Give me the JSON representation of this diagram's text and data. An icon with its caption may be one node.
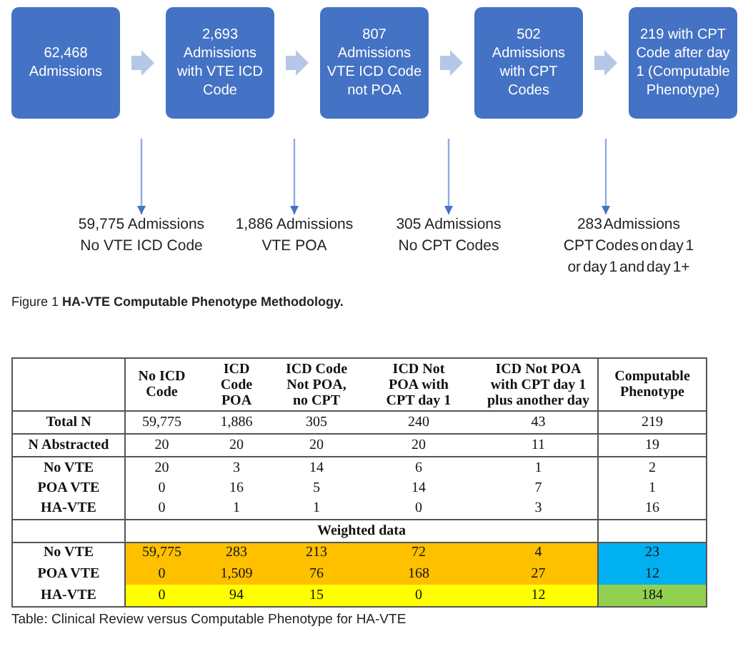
{
  "diagram": {
    "caption": "Figure 1 **HA-VTE Computable Phenotype Methodology.**",
    "nodes": [
      {
        "text": [
          "62,468 Admissions"
        ]
      },
      {
        "text": [
          "2,693 Admissions with VTE ICD Code"
        ]
      },
      {
        "text": [
          "807 Admissions VTE ICD Code not POA"
        ]
      },
      {
        "text": [
          "502 Admissions with CPT Codes"
        ]
      },
      {
        "text": [
          "219 with CPT Code after day 1 (Computable Phenotype)"
        ]
      },
      {
        "text": [
          "59,775 Admissions No VTE ICD Code"
        ]
      },
      {
        "text": [
          "1,886 Admissions VTE POA"
        ]
      },
      {
        "text": [
          "305 Admissions No CPT Codes"
        ]
      },
      {
        "text": [
          "283 Admissions CPT Codes on day 1 or day 1 and day 1+"
        ]
      }
    ],
    "edges": [
      {
        "from": 0,
        "to": 1,
        "arrow": "to",
        "style": "thick",
        "color": "#b4c7e7"
      },
      {
        "from": 1,
        "to": 2,
        "arrow": "to",
        "style": "thick",
        "color": "#b4c7e7"
      },
      {
        "from": 2,
        "to": 3,
        "arrow": "to",
        "style": "thick",
        "color": "#b4c7e7"
      },
      {
        "from": 3,
        "to": 4,
        "arrow": "to",
        "style": "thick",
        "color": "#b4c7e7"
      },
      {
        "from": null,
        "to": 5,
        "arrow": "to"
      },
      {
        "from": null,
        "to": 6,
        "arrow": "to"
      },
      {
        "from": null,
        "to": 7,
        "arrow": "to"
      },
      {
        "from": null,
        "to": 8,
        "arrow": "to"
      }
    ],
    "labels": [
      "No ICD Code",
      "ICD Code POA",
      "ICD Code Not POA, no CPT",
      "ICD Not POA with CPT day 1",
      "ICD Not POA with CPT day 1 plus another day",
      "Computable Phenotype",
      "Total N",
      "59,775",
      "1,886",
      "305",
      "240",
      "43",
      "219",
      "N Abstracted",
      "20",
      "20",
      "20",
      "20",
      "11",
      "19",
      "No VTE",
      "20",
      "3",
      "14",
      "6",
      "1",
      "2",
      "POA VTE",
      "0",
      "16",
      "5",
      "14",
      "7",
      "1",
      "HA-VTE",
      "0",
      "1",
      "1",
      "0",
      "3",
      "16",
      "Weighted data",
      "No VTE",
      "59,775",
      "283",
      "213",
      "72",
      "4",
      "23",
      "POA VTE",
      "0",
      "1,509",
      "76",
      "168",
      "27",
      "12",
      "HA-VTE",
      "0",
      "94",
      "15",
      "0",
      "12",
      "184",
      "Table: Clinical Review versus Computable Phenotype for HA-VTE"
    ]
  }
}
